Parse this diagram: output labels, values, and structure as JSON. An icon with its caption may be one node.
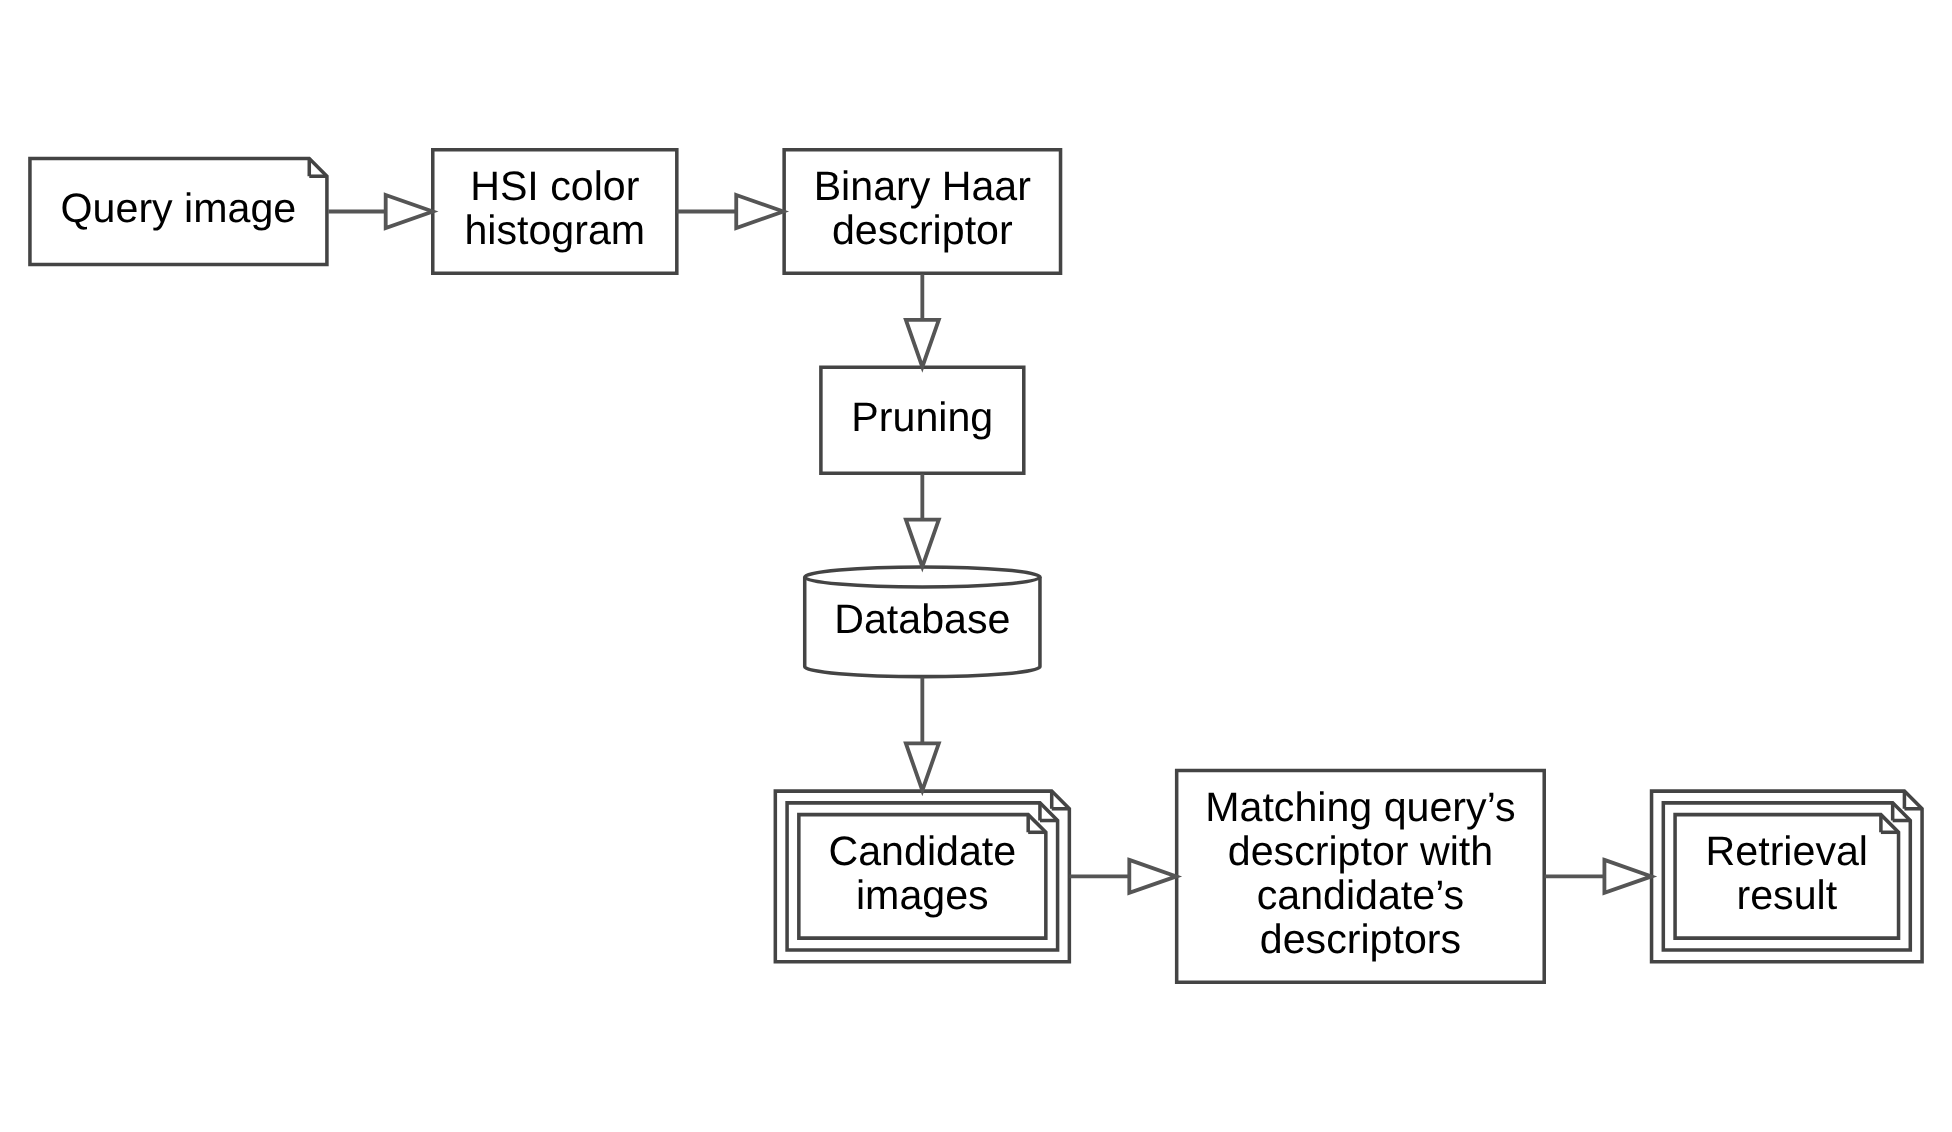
{
  "diagram": {
    "nodes": [
      {
        "text": [
          "Query image"
        ]
      },
      {
        "text": [
          "HSI color histogram"
        ]
      },
      {
        "text": [
          "Binary Haar descriptor"
        ]
      },
      {
        "text": [
          "Pruning"
        ]
      },
      {
        "text": [
          "Database"
        ]
      },
      {
        "text": [
          "Candidate images"
        ]
      },
      {
        "text": [
          "Matching query’s descriptor with candidate’s descriptors"
        ]
      },
      {
        "text": [
          "Retrieval result"
        ]
      }
    ],
    "edges": [
      {
        "from": 0,
        "to": 1,
        "arrow": "to"
      },
      {
        "from": 1,
        "to": 2,
        "arrow": "to"
      },
      {
        "from": 2,
        "to": 3,
        "arrow": "to"
      },
      {
        "from": 3,
        "to": 4,
        "arrow": "to"
      },
      {
        "from": 4,
        "to": 5,
        "arrow": "to"
      },
      {
        "from": 5,
        "to": 6,
        "arrow": "to"
      },
      {
        "from": 6,
        "to": 7,
        "arrow": "to"
      }
    ]
  }
}
